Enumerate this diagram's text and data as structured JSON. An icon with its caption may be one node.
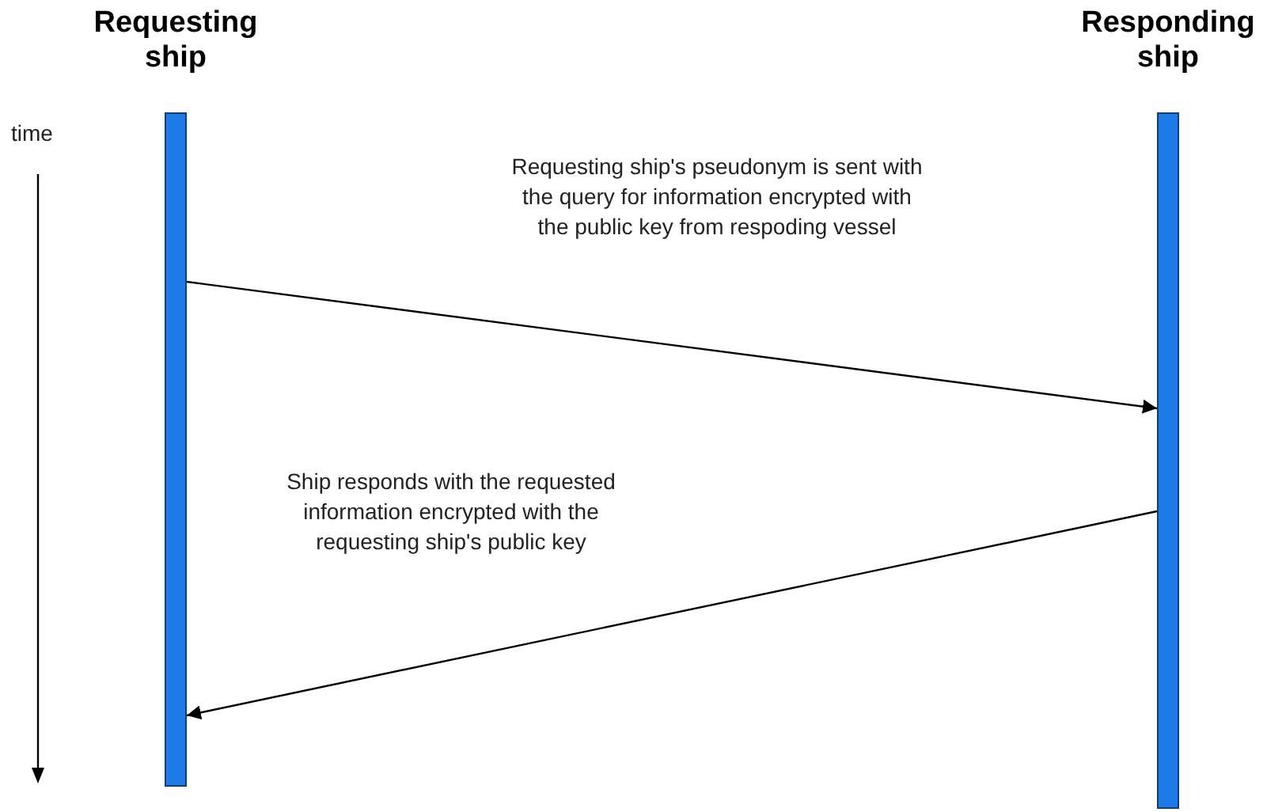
{
  "diagram": {
    "nodes": [
      {
        "text": [
          "Requesting ship"
        ]
      },
      {
        "text": [
          "Responding ship"
        ]
      }
    ],
    "edges": [
      {
        "from": 0,
        "to": 1,
        "arrow": "to",
        "label": "Requesting ship's pseudonym is sent with the query for information encrypted with the public key from respoding vessel"
      },
      {
        "from": 1,
        "to": 0,
        "arrow": "to",
        "label": "Ship responds with the requested information encrypted with the requesting ship's public key"
      }
    ],
    "labels": [
      "time"
    ]
  }
}
